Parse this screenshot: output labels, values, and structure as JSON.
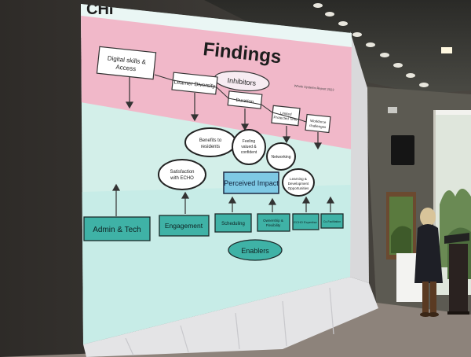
{
  "slide": {
    "logo_text": "CHI",
    "title": "Findings",
    "inhibitors_label": "Inhibitors",
    "enablers_label": "Enablers",
    "center_label": "Perceived Impact",
    "source_note": "Whole Systems Report 2023",
    "top_boxes": [
      "Digital skills &",
      "Access",
      "Learner Diversity",
      "Duration",
      "Limited",
      "Protected Time",
      "Workforce",
      "challenges"
    ],
    "bubbles": [
      "Benefits to",
      "residents",
      "Feeling",
      "valued &",
      "confident",
      "Networking",
      "Satisfaction",
      "with ECHO",
      "Learning &",
      "Development",
      "Opportunities"
    ],
    "bottom_boxes": [
      "Admin & Tech",
      "Engagement",
      "Scheduling",
      "Ownership &",
      "Flexibility",
      "ECHO Expertise",
      "Co-Facilitation"
    ]
  },
  "colors": {
    "wall": "#3c3935",
    "slide_bg": "#cfeee9",
    "pink_band": "#f0b7c8",
    "teal_box": "#3fb2a6",
    "center_box": "#7ec8e6",
    "floor": "#8a8079"
  }
}
